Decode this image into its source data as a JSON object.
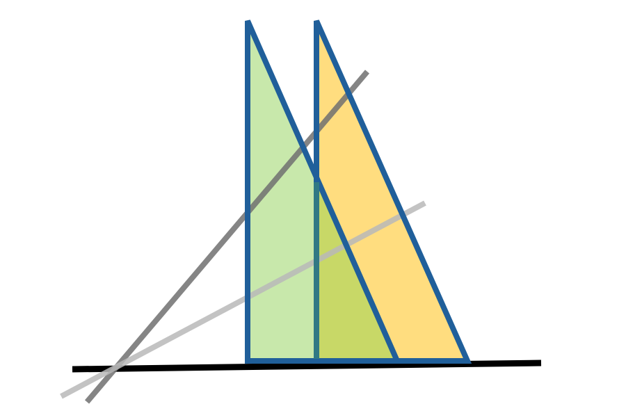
{
  "diagram": {
    "kind": "geometry",
    "shapes": [
      {
        "id": "green-triangle",
        "kind": "right-triangle",
        "fill": "#b6e08f"
      },
      {
        "id": "yellow-triangle",
        "kind": "right-triangle",
        "fill": "#ffd45f"
      }
    ],
    "lines": [
      {
        "id": "base-line",
        "color": "#000000"
      },
      {
        "id": "dark-gray-line",
        "color": "#808080"
      },
      {
        "id": "light-gray-line",
        "color": "#c8c8c8"
      }
    ],
    "outline_color": "#205f9a",
    "overlap_color": "#c8d867"
  }
}
